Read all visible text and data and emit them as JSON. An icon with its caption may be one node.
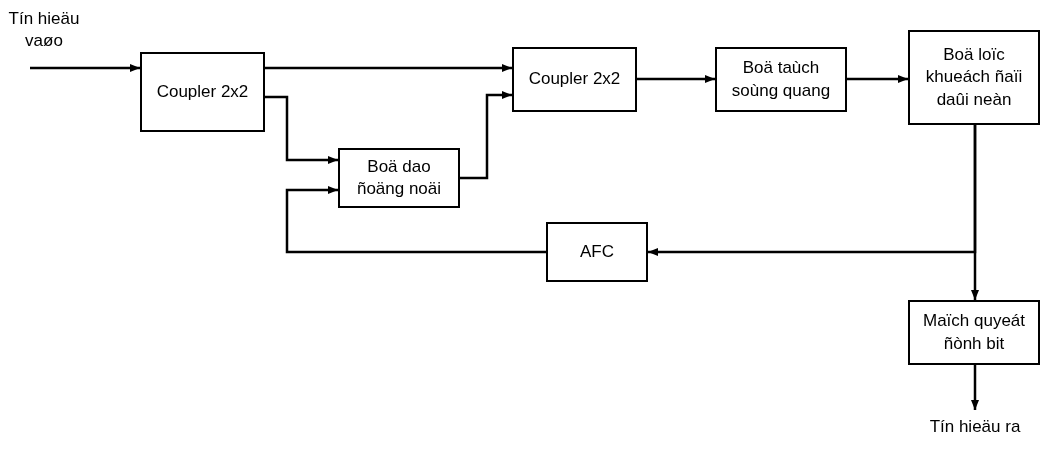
{
  "diagram": {
    "nodes": [
      {
        "text": [
          "Tín hieäu vaøo"
        ]
      },
      {
        "text": [
          "Coupler 2x2"
        ]
      },
      {
        "text": [
          "Boä dao ñoäng noäi"
        ]
      },
      {
        "text": [
          "Coupler 2x2"
        ]
      },
      {
        "text": [
          "Boä taùch soùng quang"
        ]
      },
      {
        "text": [
          "Boä loïc khueách ñaïi daûi neàn"
        ]
      },
      {
        "text": [
          "AFC"
        ]
      },
      {
        "text": [
          "Maïch quyeát ñònh bit"
        ]
      },
      {
        "text": [
          "Tín hieäu ra"
        ]
      }
    ],
    "edges": [
      {
        "from": 0,
        "to": 1,
        "arrow": "to"
      },
      {
        "from": 1,
        "to": 3,
        "arrow": "to"
      },
      {
        "from": 1,
        "to": 2,
        "arrow": "to"
      },
      {
        "from": 2,
        "to": 3,
        "arrow": "to"
      },
      {
        "from": 3,
        "to": 4,
        "arrow": "to"
      },
      {
        "from": 4,
        "to": 5,
        "arrow": "to"
      },
      {
        "from": 5,
        "to": 7,
        "arrow": "to"
      },
      {
        "from": 5,
        "to": 6,
        "arrow": "to"
      },
      {
        "from": 6,
        "to": 2,
        "arrow": "to"
      },
      {
        "from": 7,
        "to": 8,
        "arrow": "to"
      }
    ]
  }
}
